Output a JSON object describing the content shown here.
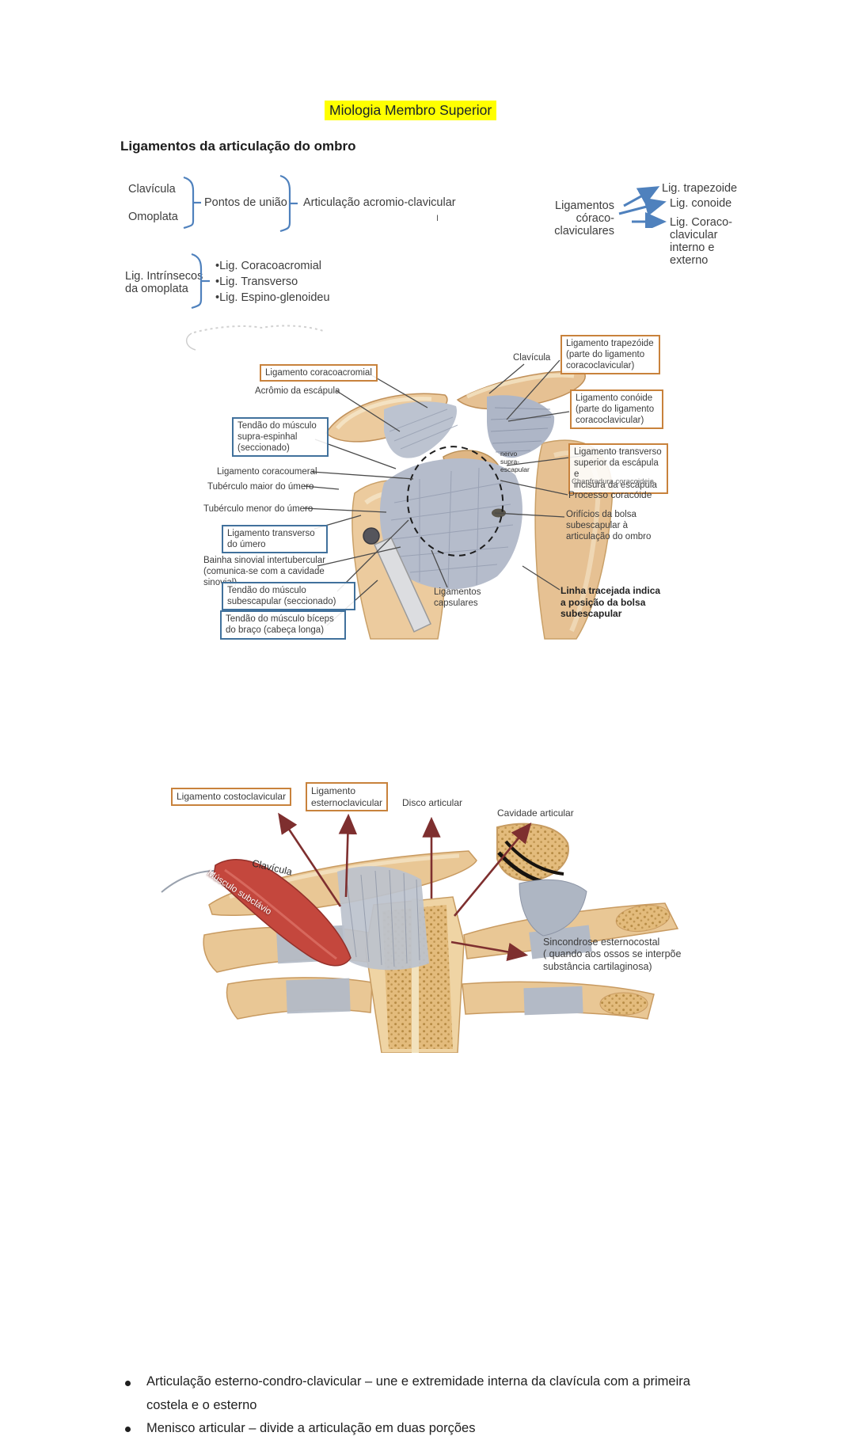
{
  "page": {
    "title": "Miologia Membro Superior",
    "heading": "Ligamentos da articulação do ombro"
  },
  "concept_map": {
    "term_top": "Clavícula",
    "term_bottom": "Omoplata",
    "union_label": "Pontos de união",
    "result_label": "Articulação acromio-clavicular",
    "cursor_mark": "I",
    "coraco_label": "Ligamentos córaco-\nclaviculares",
    "coraco_targets": [
      "Lig. trapezoide",
      "Lig. conoide",
      "Lig. Coraco-\nclavicular\ninterno e\nexterno"
    ],
    "intrinsic_label": "Lig. Intrínsecos\nda omoplata",
    "intrinsic_items": "•Lig. Coracoacromial\n•Lig. Transverso\n•Lig. Espino-glenoideu"
  },
  "figure1": {
    "labels": {
      "coracoacromial": "Ligamento coracoacromial",
      "acromio": "Acrômio da escápula",
      "supra_espinhal": "Tendão do músculo\nsupra-espinhal\n(seccionado)",
      "coracoumeral": "Ligamento coracoumeral",
      "tuberculo_maior": "Tubérculo maior do úmero",
      "tuberculo_menor": "Tubérculo menor do úmero",
      "lig_transverso_umero": "Ligamento transverso\ndo úmero",
      "bainha": "Bainha sinovial intertubercular\n(comunica-se com a cavidade\nsinovial)",
      "subescapular": "Tendão do músculo\nsubescapular (seccionado)",
      "biceps": "Tendão do músculo bíceps\ndo braço (cabeça longa)",
      "clavicula": "Clavícula",
      "trapezoide": "Ligamento trapezóide\n(parte do ligamento\ncoracoclavicular)",
      "conoide": "Ligamento conóide\n(parte do ligamento\ncoracoclavicular)",
      "transverso_superior": "Ligamento transverso\nsuperior da escápula e\nincisura da escápula",
      "chanfradura": "Chanfradura coracoideia",
      "processo_coracoide": "Processo coracóide",
      "orificios": "Orifícios da bolsa\nsubescapular à\narticulação do ombro",
      "nervo": "nervo\nsupra-\nescapular",
      "ligamentos_capsulares": "Ligamentos\ncapsulares",
      "linha_tracejada": "Linha tracejada indica\na posição da bolsa\nsubescapular"
    }
  },
  "bullets": {
    "items": [
      "Articulação esterno-condro-clavicular – une e extremidade interna da clavícula com a primeira costela e o esterno",
      "Menisco articular – divide a articulação em duas porções"
    ]
  },
  "figure2": {
    "labels": {
      "costoclavicular": "Ligamento costoclavicular",
      "esternoclavicular": "Ligamento\nesternoclavicular",
      "disco": "Disco articular",
      "cavidade": "Cavidade articular",
      "musculo_subclavio": "Músculo subclávio",
      "clavicula": "Clavícula",
      "sincondrose": "Sincondrose esternocostal\n( quando aos ossos se interpõe\nsubstância cartilaginosa)"
    }
  },
  "colors": {
    "highlight": "#ffff00",
    "accent_blue": "#4f81bd",
    "box_orange": "#c8823c",
    "box_blue": "#41719c",
    "arrow_maroon": "#7e2f2f",
    "text_dark": "#3b3b3b",
    "bone_tan": "#e8c795",
    "ligament_gray": "#b5bccb",
    "muscle_red": "#c4473d"
  }
}
